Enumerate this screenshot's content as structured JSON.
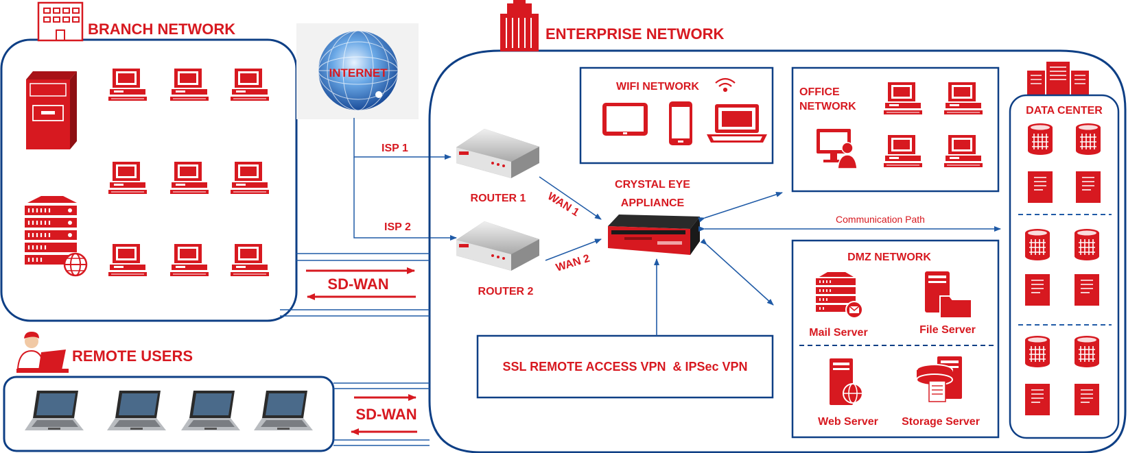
{
  "branch": {
    "title": "BRANCH NETWORK"
  },
  "internet": {
    "label": "INTERNET"
  },
  "enterprise": {
    "title": "ENTERPRISE NETWORK"
  },
  "remote": {
    "title": "REMOTE USERS"
  },
  "links": {
    "isp1": "ISP 1",
    "isp2": "ISP 2",
    "wan1": "WAN 1",
    "wan2": "WAN 2",
    "sdwan_branch": "SD-WAN",
    "sdwan_remote": "SD-WAN",
    "communication_path": "Communication Path"
  },
  "routers": {
    "router1": "ROUTER 1",
    "router2": "ROUTER 2"
  },
  "appliance": {
    "line1": "CRYSTAL EYE",
    "line2": "APPLIANCE"
  },
  "wifi": {
    "title": "WIFI NETWORK"
  },
  "office": {
    "line1": "OFFICE",
    "line2": "NETWORK"
  },
  "dmz": {
    "title": "DMZ NETWORK",
    "mail": "Mail Server",
    "file": "File Server",
    "web": "Web Server",
    "storage": "Storage Server"
  },
  "vpn": {
    "label": "SSL REMOTE ACCESS VPN  & IPSec VPN"
  },
  "datacenter": {
    "title": "DATA CENTER"
  },
  "colors": {
    "red": "#d71920",
    "blue": "#1f5aa6",
    "dark_blue": "#0e3f85"
  }
}
